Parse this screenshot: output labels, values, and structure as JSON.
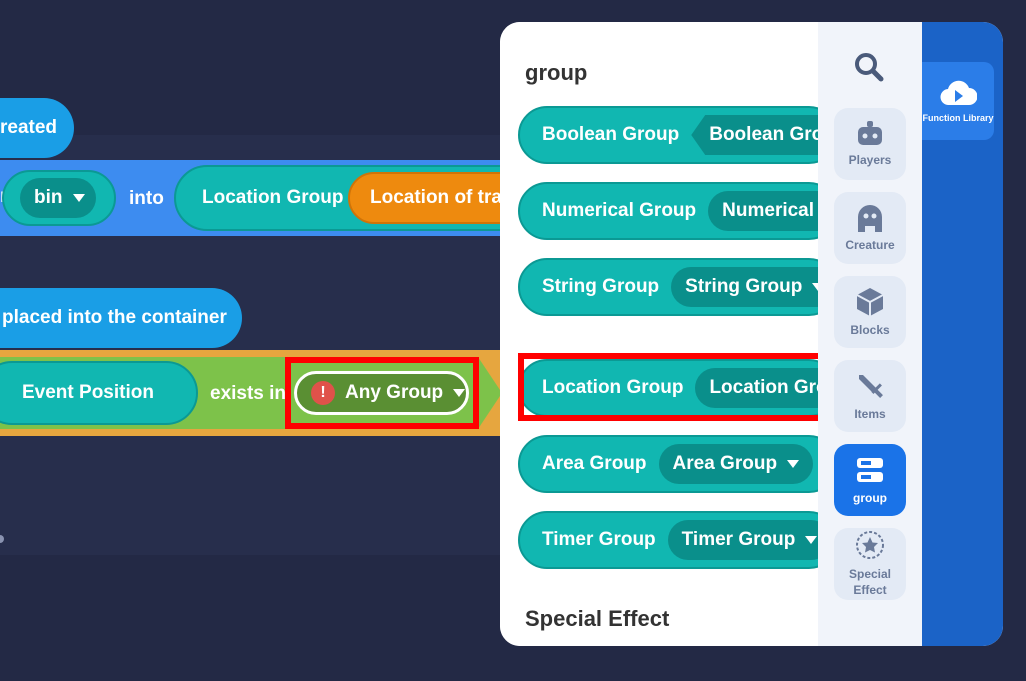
{
  "canvas": {
    "block_created": {
      "text": "reated"
    },
    "move_block": {
      "prefix": "n",
      "bin_dropdown": "bin",
      "into_label": "into",
      "location_group": "Location Group",
      "location_of": "Location of tra"
    },
    "placed_block": {
      "text": "placed into the container"
    },
    "exists_block": {
      "event_position": "Event Position",
      "exists_in_label": "exists in",
      "any_group": "Any Group"
    }
  },
  "palette": {
    "section_group": "group",
    "blocks": [
      {
        "label": "Boolean Group",
        "inner": "Boolean Grou"
      },
      {
        "label": "Numerical Group",
        "inner": "Numerical G"
      },
      {
        "label": "String Group",
        "inner": "String Group"
      },
      {
        "label": "Location Group",
        "inner": "Location Gro"
      },
      {
        "label": "Area Group",
        "inner": "Area Group"
      },
      {
        "label": "Timer Group",
        "inner": "Timer Group"
      }
    ],
    "section_special": "Special Effect"
  },
  "categories": [
    {
      "label": "Players",
      "icon": "robot-icon"
    },
    {
      "label": "Creature",
      "icon": "creature-icon"
    },
    {
      "label": "Blocks",
      "icon": "cube-icon"
    },
    {
      "label": "Items",
      "icon": "sword-icon"
    },
    {
      "label": "group",
      "icon": "group-icon"
    },
    {
      "label": "Special Effect",
      "icon": "star-badge-icon"
    }
  ],
  "function_library": {
    "label": "Function Library"
  },
  "colors": {
    "teal": "#11b7b1",
    "blue_block": "#3d8cf0",
    "orange": "#ee8a0e",
    "green_block": "#7dc24a",
    "highlight": "#ff0000"
  }
}
